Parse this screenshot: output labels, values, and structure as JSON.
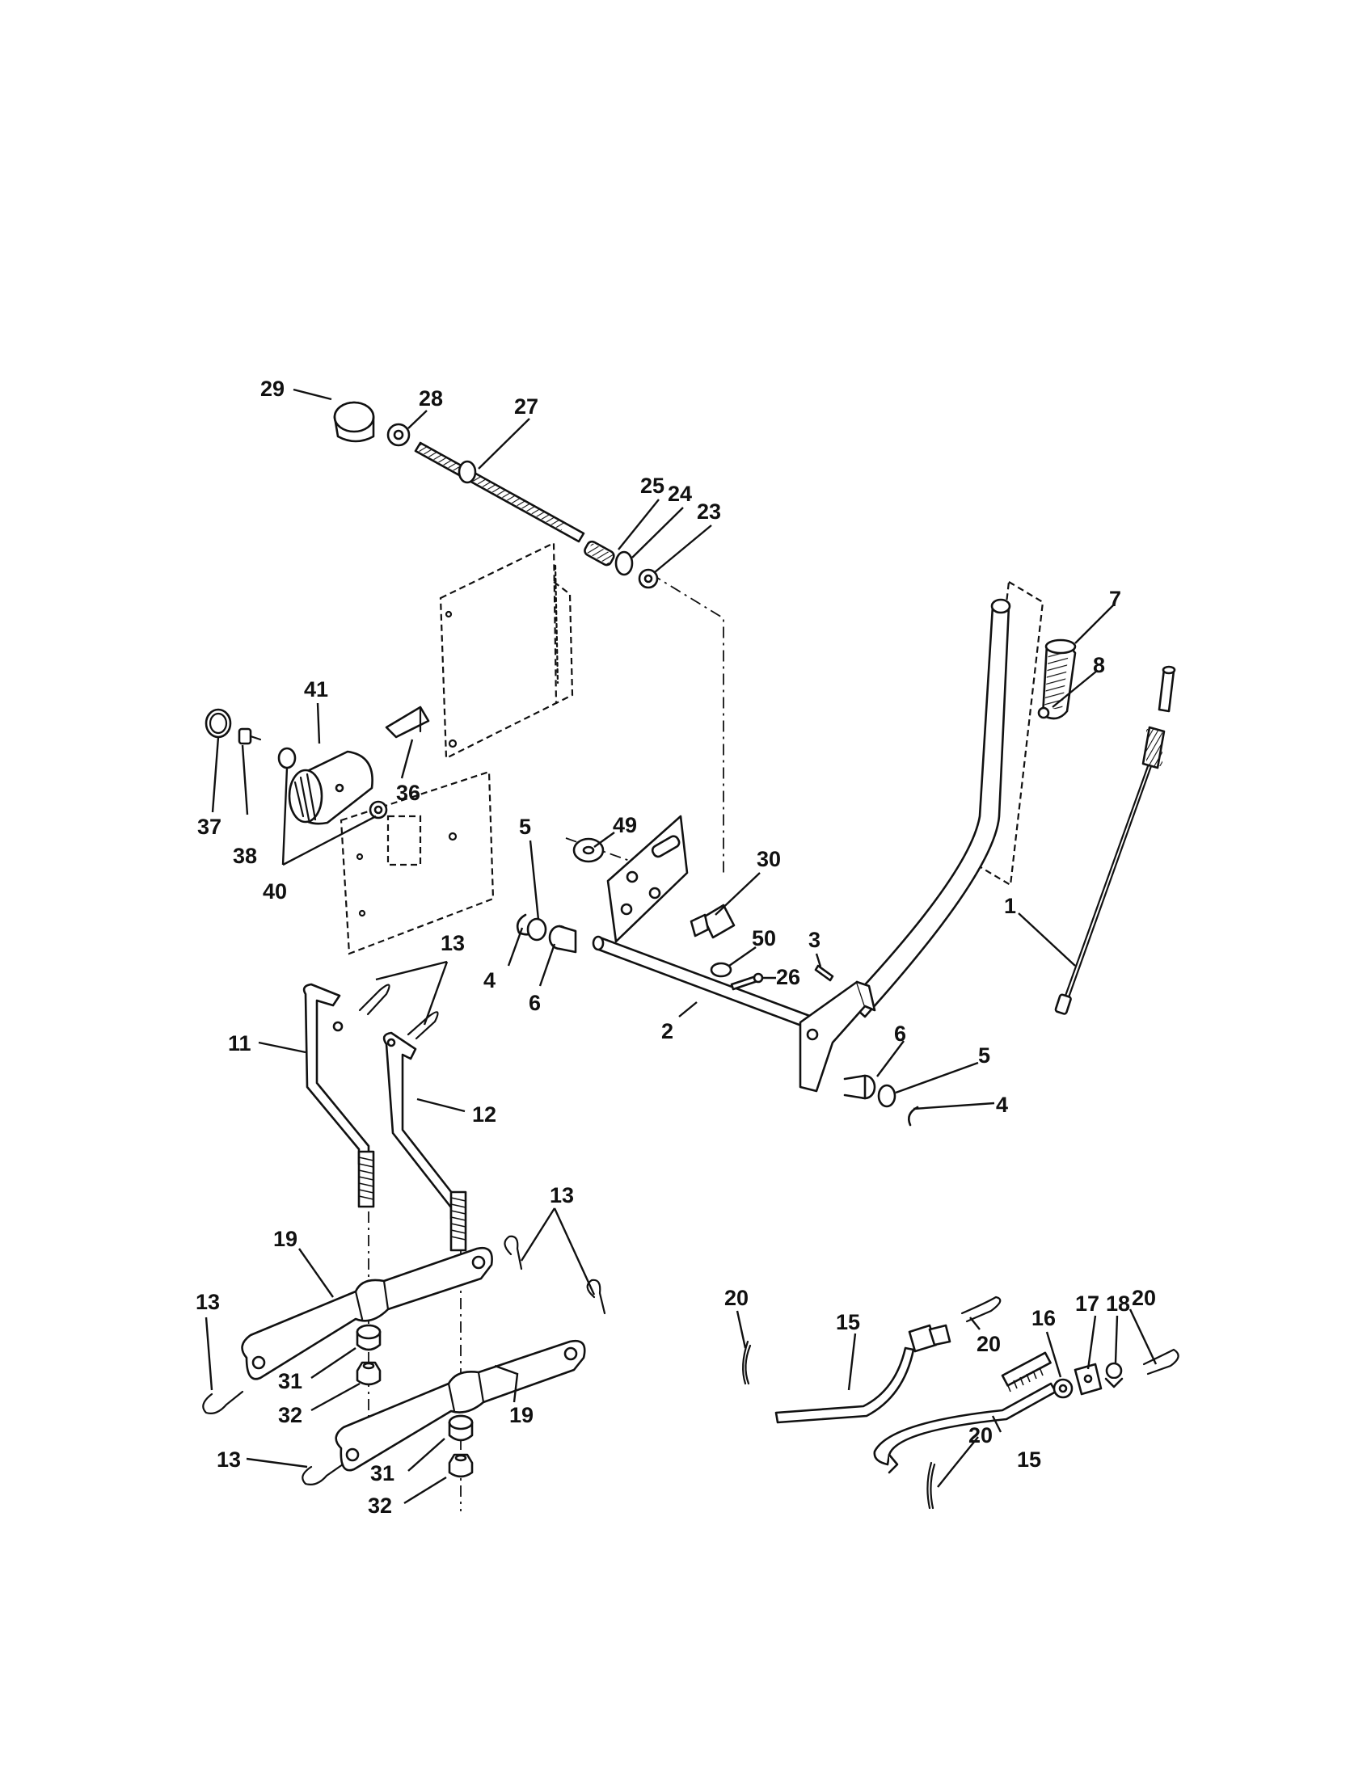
{
  "callouts": {
    "c1": "1",
    "c2": "2",
    "c3": "3",
    "c4a": "4",
    "c4b": "4",
    "c5a": "5",
    "c5b": "5",
    "c6a": "6",
    "c6b": "6",
    "c7": "7",
    "c8": "8",
    "c11": "11",
    "c12": "12",
    "c13a": "13",
    "c13b": "13",
    "c13c": "13",
    "c13d": "13",
    "c15a": "15",
    "c15b": "15",
    "c16": "16",
    "c17": "17",
    "c18": "18",
    "c19a": "19",
    "c19b": "19",
    "c20a": "20",
    "c20b": "20",
    "c20c": "20",
    "c20d": "20",
    "c23": "23",
    "c24": "24",
    "c25": "25",
    "c26": "26",
    "c27": "27",
    "c28": "28",
    "c29": "29",
    "c30": "30",
    "c31a": "31",
    "c31b": "31",
    "c32a": "32",
    "c32b": "32",
    "c36": "36",
    "c37": "37",
    "c38": "38",
    "c40": "40",
    "c41": "41",
    "c49": "49",
    "c50": "50"
  }
}
